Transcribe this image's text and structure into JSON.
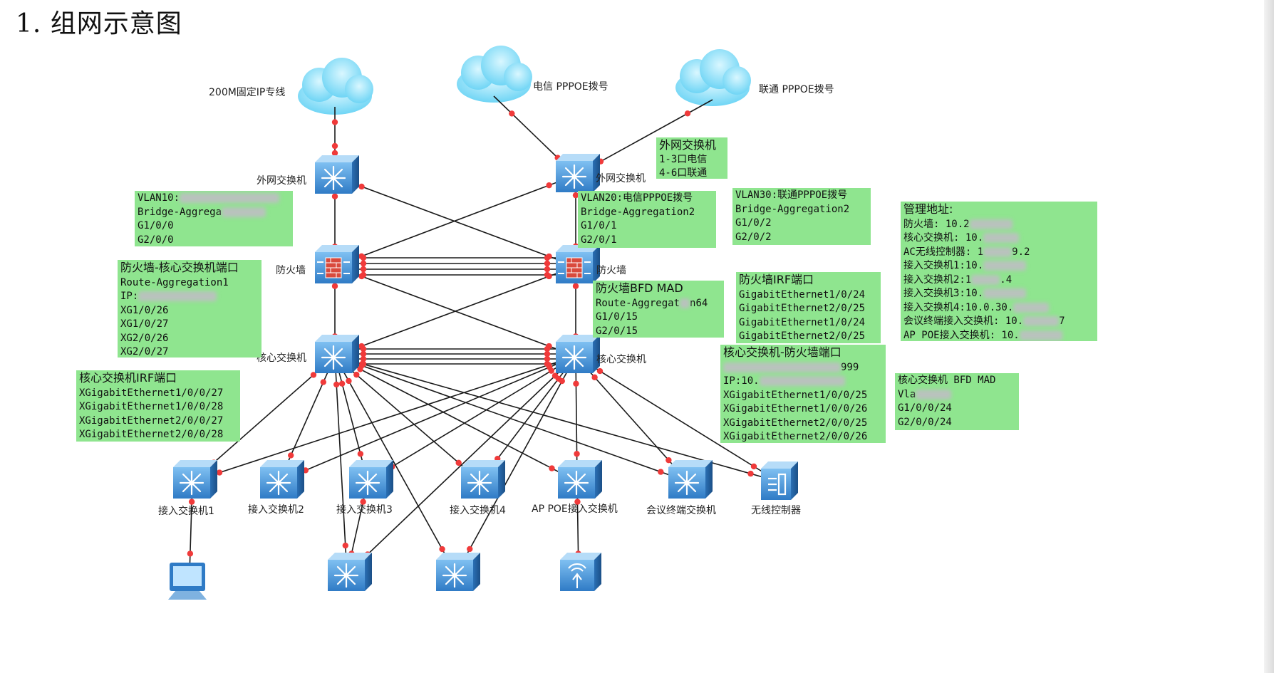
{
  "title": "1. 组网示意图",
  "clouds": {
    "dedicated": "200M固定IP专线",
    "telecom": "电信 PPPOE拨号",
    "unicom": "联通 PPPOE拨号"
  },
  "nodes": {
    "ext_switch_left": "外网交换机",
    "ext_switch_right": "外网交换机",
    "firewall_left": "防火墙",
    "firewall_right": "防火墙",
    "core_left": "核心交换机",
    "core_right": "核心交换机",
    "access1": "接入交换机1",
    "access2": "接入交换机2",
    "access3": "接入交换机3",
    "access4": "接入交换机4",
    "ap_poe": "AP POE接入交换机",
    "conference": "会议终端交换机",
    "wireless_ctrl": "无线控制器"
  },
  "boxes": {
    "ext_ports": [
      "外网交换机",
      "1-3口电信",
      "4-6口联通"
    ],
    "vlan10": [
      "VLAN10:",
      "Bridge-Aggrega",
      "G1/0/0",
      "G2/0/0"
    ],
    "vlan20": [
      "VLAN20:电信PPPOE拨号",
      "Bridge-Aggregation2",
      "G1/0/1",
      "G2/0/1"
    ],
    "vlan30": [
      "VLAN30:联通PPPOE拨号",
      "Bridge-Aggregation2",
      "G1/0/2",
      "G2/0/2"
    ],
    "mgmt": [
      "管理地址:",
      "防火墙: 10.2",
      "核心交换机: 10.",
      "AC无线控制器: 1",
      "接入交换机1:10.",
      "接入交换机2:1",
      "接入交换机3:10.",
      "接入交换机4:10.0.30.",
      "会议终端接入交换机: 10.",
      "AP POE接入交换机: 10."
    ],
    "mgmt_tail": {
      "ac": "9.2",
      "sw2": ".4",
      "conf": "7"
    },
    "fw_core": [
      "防火墙-核心交换机端口",
      "Route-Aggregation1",
      "IP:",
      "XG1/0/26",
      "XG1/0/27",
      "XG2/0/26",
      "XG2/0/27"
    ],
    "fw_bfd": [
      "防火墙BFD MAD",
      "Route-Aggregat",
      "n64",
      "G1/0/15",
      "G2/0/15"
    ],
    "fw_irf": [
      "防火墙IRF端口",
      "GigabitEthernet1/0/24",
      "GigabitEthernet2/0/25",
      "GigabitEthernet1/0/24",
      "GigabitEthernet2/0/25"
    ],
    "core_irf": [
      "核心交换机IRF端口",
      "XGigabitEthernet1/0/0/27",
      "XGigabitEthernet1/0/0/28",
      "XGigabitEthernet2/0/0/27",
      "XGigabitEthernet2/0/0/28"
    ],
    "core_fw": [
      "核心交换机-防火墙端口",
      "999",
      "IP:10.",
      "XGigabitEthernet1/0/0/25",
      "XGigabitEthernet1/0/0/26",
      "XGigabitEthernet2/0/0/25",
      "XGigabitEthernet2/0/0/26"
    ],
    "core_bfd": [
      "核心交换机 BFD MAD",
      "Vla",
      "G1/0/0/24",
      "G2/0/0/24"
    ]
  },
  "colors": {
    "box_bg": "#8fe58f",
    "port_dot": "#f03a3a",
    "device": "#4a8fd6",
    "cloud": "#9be4fb"
  }
}
